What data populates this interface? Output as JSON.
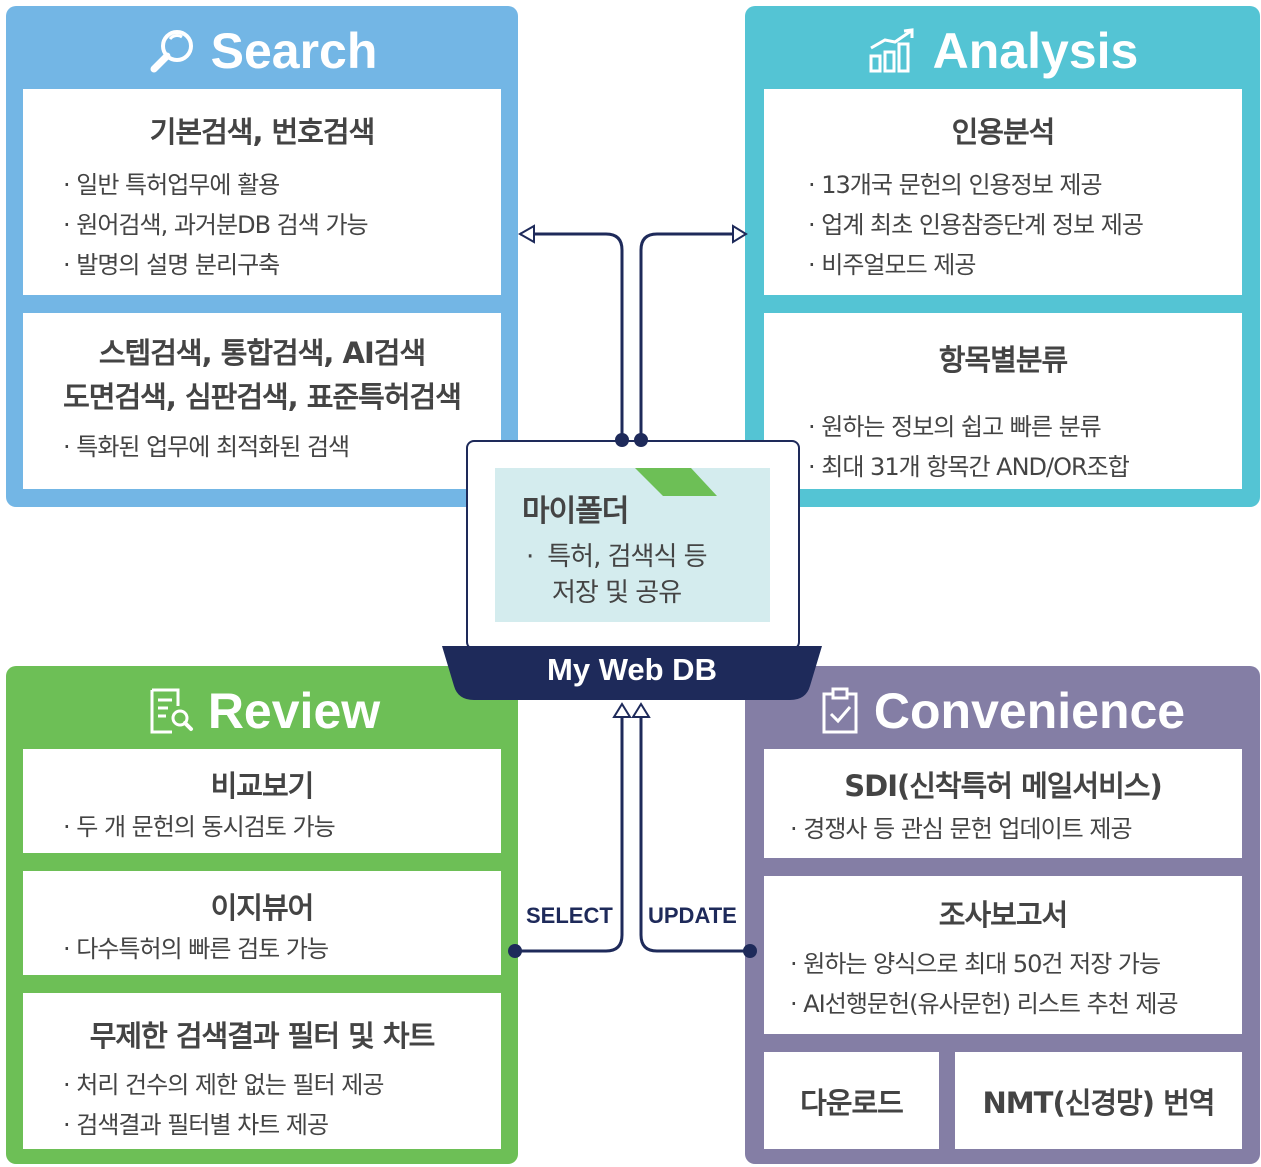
{
  "search": {
    "title": "Search",
    "box1": {
      "title": "기본검색, 번호검색",
      "items": [
        "일반 특허업무에 활용",
        "원어검색, 과거분DB 검색 가능",
        "발명의 설명 분리구축"
      ]
    },
    "box2": {
      "title_line1": "스텝검색, 통합검색, AI검색",
      "title_line2": "도면검색, 심판검색, 표준특허검색",
      "items": [
        "특화된 업무에 최적화된 검색"
      ]
    }
  },
  "analysis": {
    "title": "Analysis",
    "box1": {
      "title": "인용분석",
      "items": [
        "13개국 문헌의 인용정보 제공",
        "업계 최초 인용참증단계 정보 제공",
        "비주얼모드 제공"
      ]
    },
    "box2": {
      "title": "항목별분류",
      "items": [
        "원하는 정보의 쉽고 빠른 분류",
        "최대 31개 항목간 AND/OR조합"
      ]
    }
  },
  "review": {
    "title": "Review",
    "box1": {
      "title": "비교보기",
      "items": [
        "두 개 문헌의 동시검토 가능"
      ]
    },
    "box2": {
      "title": "이지뷰어",
      "items": [
        "다수특허의 빠른 검토 가능"
      ]
    },
    "box3": {
      "title": "무제한 검색결과 필터 및 차트",
      "items": [
        "처리 건수의 제한 없는 필터 제공",
        "검색결과 필터별 차트 제공"
      ]
    }
  },
  "convenience": {
    "title": "Convenience",
    "box1": {
      "title": "SDI(신착특허 메일서비스)",
      "items": [
        "경쟁사 등 관심 문헌 업데이트 제공"
      ]
    },
    "box2": {
      "title": "조사보고서",
      "items": [
        "원하는 양식으로 최대 50건 저장 가능",
        "AI선행문헌(유사문헌) 리스트 추천 제공"
      ]
    },
    "box3": {
      "title": "다운로드"
    },
    "box4": {
      "title": "NMT(신경망) 번역"
    }
  },
  "center": {
    "folder_title": "마이폴더",
    "folder_line1": "특허, 검색식 등",
    "folder_line2": "저장 및 공유",
    "db_label": "My Web DB"
  },
  "connectors": {
    "select": "SELECT",
    "update": "UPDATE"
  },
  "colors": {
    "search": "#73b6e5",
    "analysis": "#54c4d4",
    "review": "#6dbf56",
    "convenience": "#847ea5",
    "navy": "#1e2a5a",
    "folder": "#d4ecee",
    "folder_tab": "#6dbf56"
  }
}
